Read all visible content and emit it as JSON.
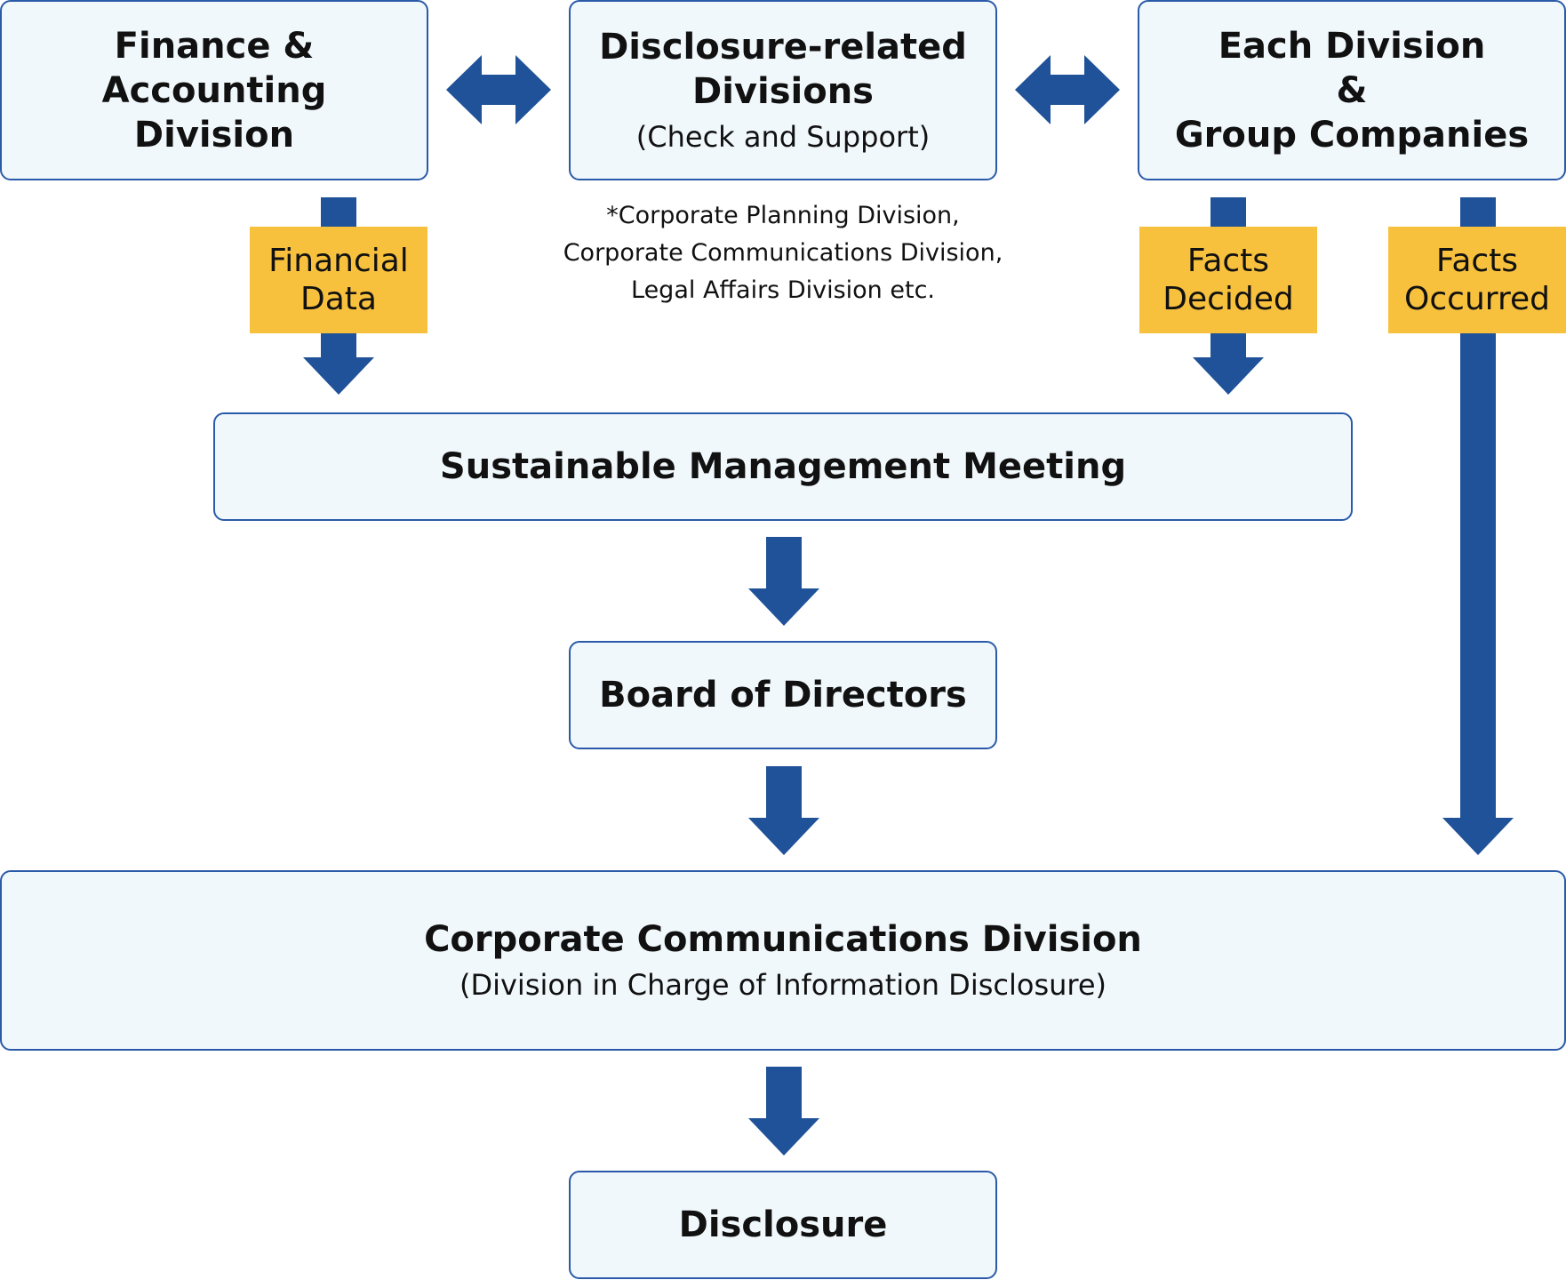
{
  "finance_box": {
    "title_line1": "Finance & Accounting",
    "title_line2": "Division"
  },
  "disclosure_related_box": {
    "title_line1": "Disclosure-related",
    "title_line2": "Divisions",
    "subtitle": "(Check and Support)"
  },
  "each_division_box": {
    "title_line1": "Each Division",
    "title_line2": "&",
    "title_line3": "Group Companies"
  },
  "note": {
    "line1": "*Corporate Planning Division,",
    "line2": "Corporate Communications Division,",
    "line3": "Legal Affairs Division etc."
  },
  "tags": {
    "financial_data": {
      "line1": "Financial",
      "line2": "Data"
    },
    "facts_decided": {
      "line1": "Facts",
      "line2": "Decided"
    },
    "facts_occurred": {
      "line1": "Facts",
      "line2": "Occurred"
    }
  },
  "sustainable_box": {
    "title": "Sustainable Management Meeting"
  },
  "board_box": {
    "title": "Board of Directors"
  },
  "corp_comm_box": {
    "title": "Corporate Communications Division",
    "subtitle": "(Division in Charge of Information Disclosure)"
  },
  "disclosure_box": {
    "title": "Disclosure"
  },
  "colors": {
    "arrow": "#1f5299",
    "box_fill": "#f1f8fc",
    "box_border": "#2a5aa8",
    "tag_fill": "#f8c13d"
  }
}
